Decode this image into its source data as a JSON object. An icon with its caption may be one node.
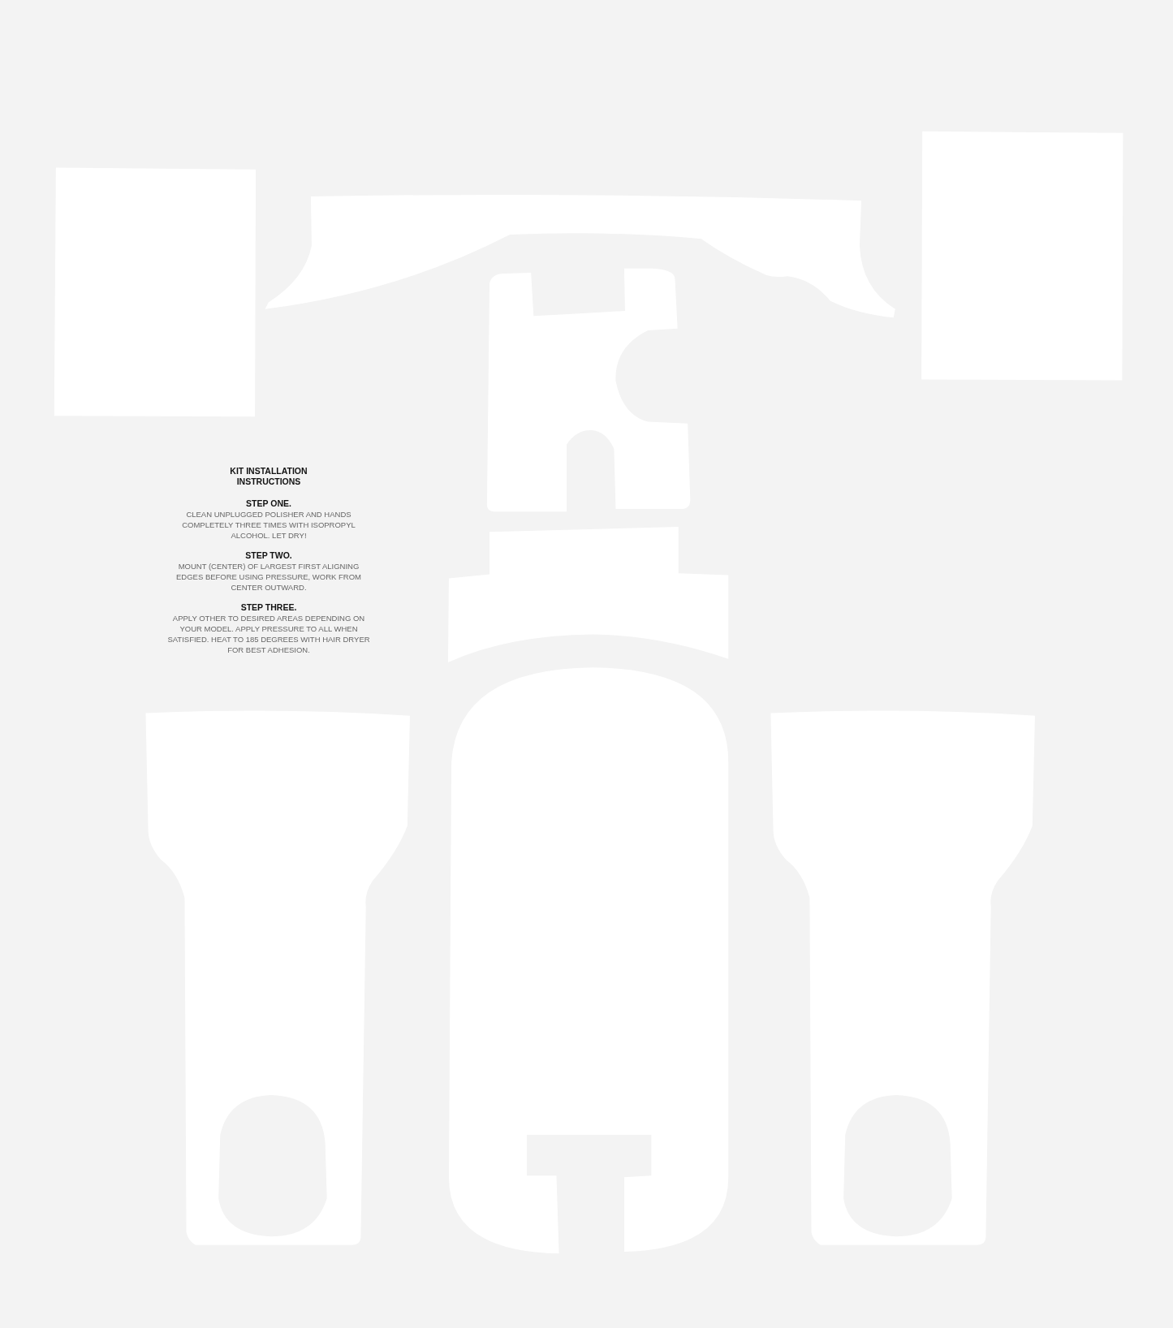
{
  "diagram": {
    "title": "KIT INSTALLATION INSTRUCTIONS",
    "labels": [
      "STEP ONE.",
      "CLEAN UNPLUGGED POLISHER AND HANDS COMPLETELY THREE TIMES WITH ISOPROPYL ALCOHOL. LET DRY!",
      "STEP TWO.",
      "MOUNT (CENTER) OF LARGEST FIRST ALIGNING EDGES BEFORE USING PRESSURE, WORK FROM CENTER OUTWARD.",
      "STEP THREE.",
      "APPLY OTHER TO DESIRED AREAS DEPENDING ON YOUR MODEL. APPLY PRESSURE TO ALL WHEN SATISFIED. HEAT TO 185 DEGREES WITH HAIR DRYER FOR BEST ADHESION."
    ]
  }
}
